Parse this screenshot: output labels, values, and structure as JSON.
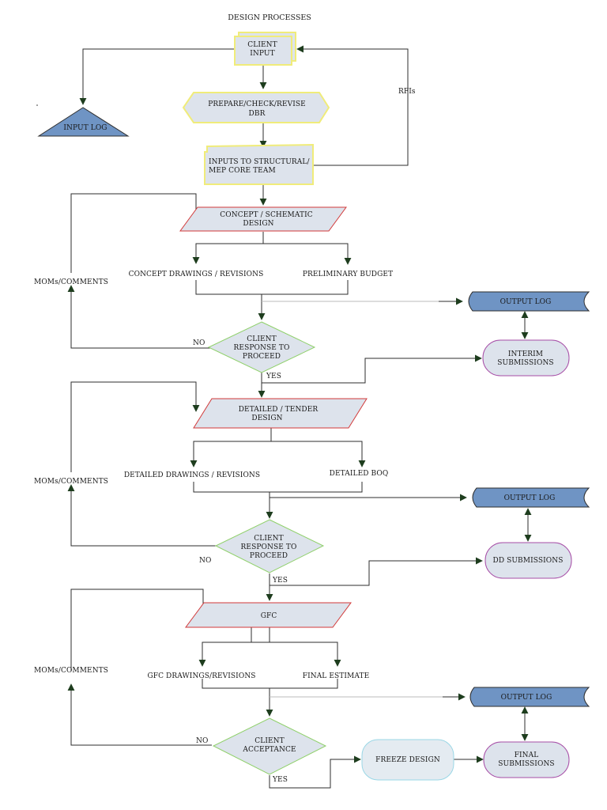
{
  "title": "DESIGN PROCESSES",
  "nodes": {
    "client_input": [
      "CLIENT",
      "INPUT"
    ],
    "input_log": "INPUT LOG",
    "prepare_dbr": [
      "PREPARE/CHECK/REVISE",
      "DBR"
    ],
    "inputs_core": [
      "INPUTS TO STRUCTURAL/",
      "MEP CORE TEAM"
    ],
    "concept_design": [
      "CONCEPT  /  SCHEMATIC",
      "DESIGN"
    ],
    "concept_drawings": "CONCEPT DRAWINGS / REVISIONS",
    "preliminary_budget": "PRELIMINARY BUDGET",
    "output_log_1": "OUTPUT LOG",
    "client_response_1": [
      "CLIENT",
      "RESPONSE TO",
      "PROCEED"
    ],
    "interim_submissions": [
      "INTERIM",
      "SUBMISSIONS"
    ],
    "detailed_design": [
      "DETAILED / TENDER",
      "DESIGN"
    ],
    "detailed_drawings": "DETAILED DRAWINGS / REVISIONS",
    "detailed_boq": "DETAILED BOQ",
    "output_log_2": "OUTPUT LOG",
    "client_response_2": [
      "CLIENT",
      "RESPONSE TO",
      "PROCEED"
    ],
    "dd_submissions": "DD SUBMISSIONS",
    "gfc": "GFC",
    "gfc_drawings": "GFC DRAWINGS/REVISIONS",
    "final_estimate": "FINAL ESTIMATE",
    "output_log_3": "OUTPUT LOG",
    "client_acceptance": [
      "CLIENT",
      "ACCEPTANCE"
    ],
    "freeze_design": "FREEZE DESIGN",
    "final_submissions": [
      "FINAL",
      "SUBMISSIONS"
    ]
  },
  "edge_labels": {
    "rfis": "RFIs",
    "moms_1": "MOMs/COMMENTS",
    "moms_2": "MOMs/COMMENTS",
    "moms_3": "MOMs/COMMENTS",
    "no_1": "NO",
    "no_2": "NO",
    "no_3": "NO",
    "yes_1": "YES",
    "yes_2": "YES",
    "yes_3": "YES"
  },
  "colors": {
    "box_fill": "#dde3ec",
    "box_border_yellow": "#f0ec7a",
    "parallelogram_border": "#d23a3a",
    "diamond_border": "#8fd06a",
    "log_fill": "#6f94c4",
    "submission_border": "#a64ca6",
    "freeze_border": "#9ad7e6",
    "freeze_fill": "#e4ebf1",
    "line": "#2e2e2e",
    "arrow_dark_green": "#1e3d1e"
  }
}
